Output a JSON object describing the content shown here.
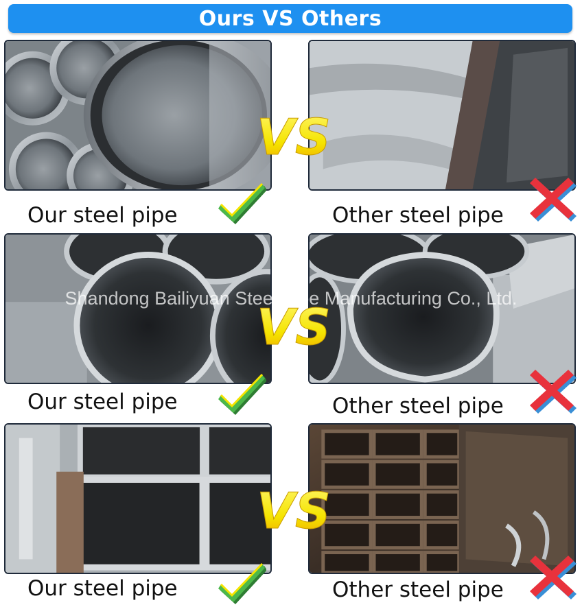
{
  "banner": {
    "title": "Ours VS Others"
  },
  "rows": [
    {
      "left_caption": "Our steel pipe",
      "right_caption": "Other steel pipe"
    },
    {
      "left_caption": "Our steel pipe",
      "right_caption": "Other steel pipe"
    },
    {
      "left_caption": "Our steel pipe",
      "right_caption": "Other steel pipe"
    }
  ],
  "vs_label": "VS",
  "watermark": "Shandong Bailiyuan Steel Pipe Manufacturing Co., Ltd.",
  "colors": {
    "banner": "#1e90f0",
    "vs": "#f5e400",
    "check": "#4cb84a",
    "cross": "#e8323c"
  },
  "icons": [
    "check-icon",
    "cross-icon"
  ]
}
